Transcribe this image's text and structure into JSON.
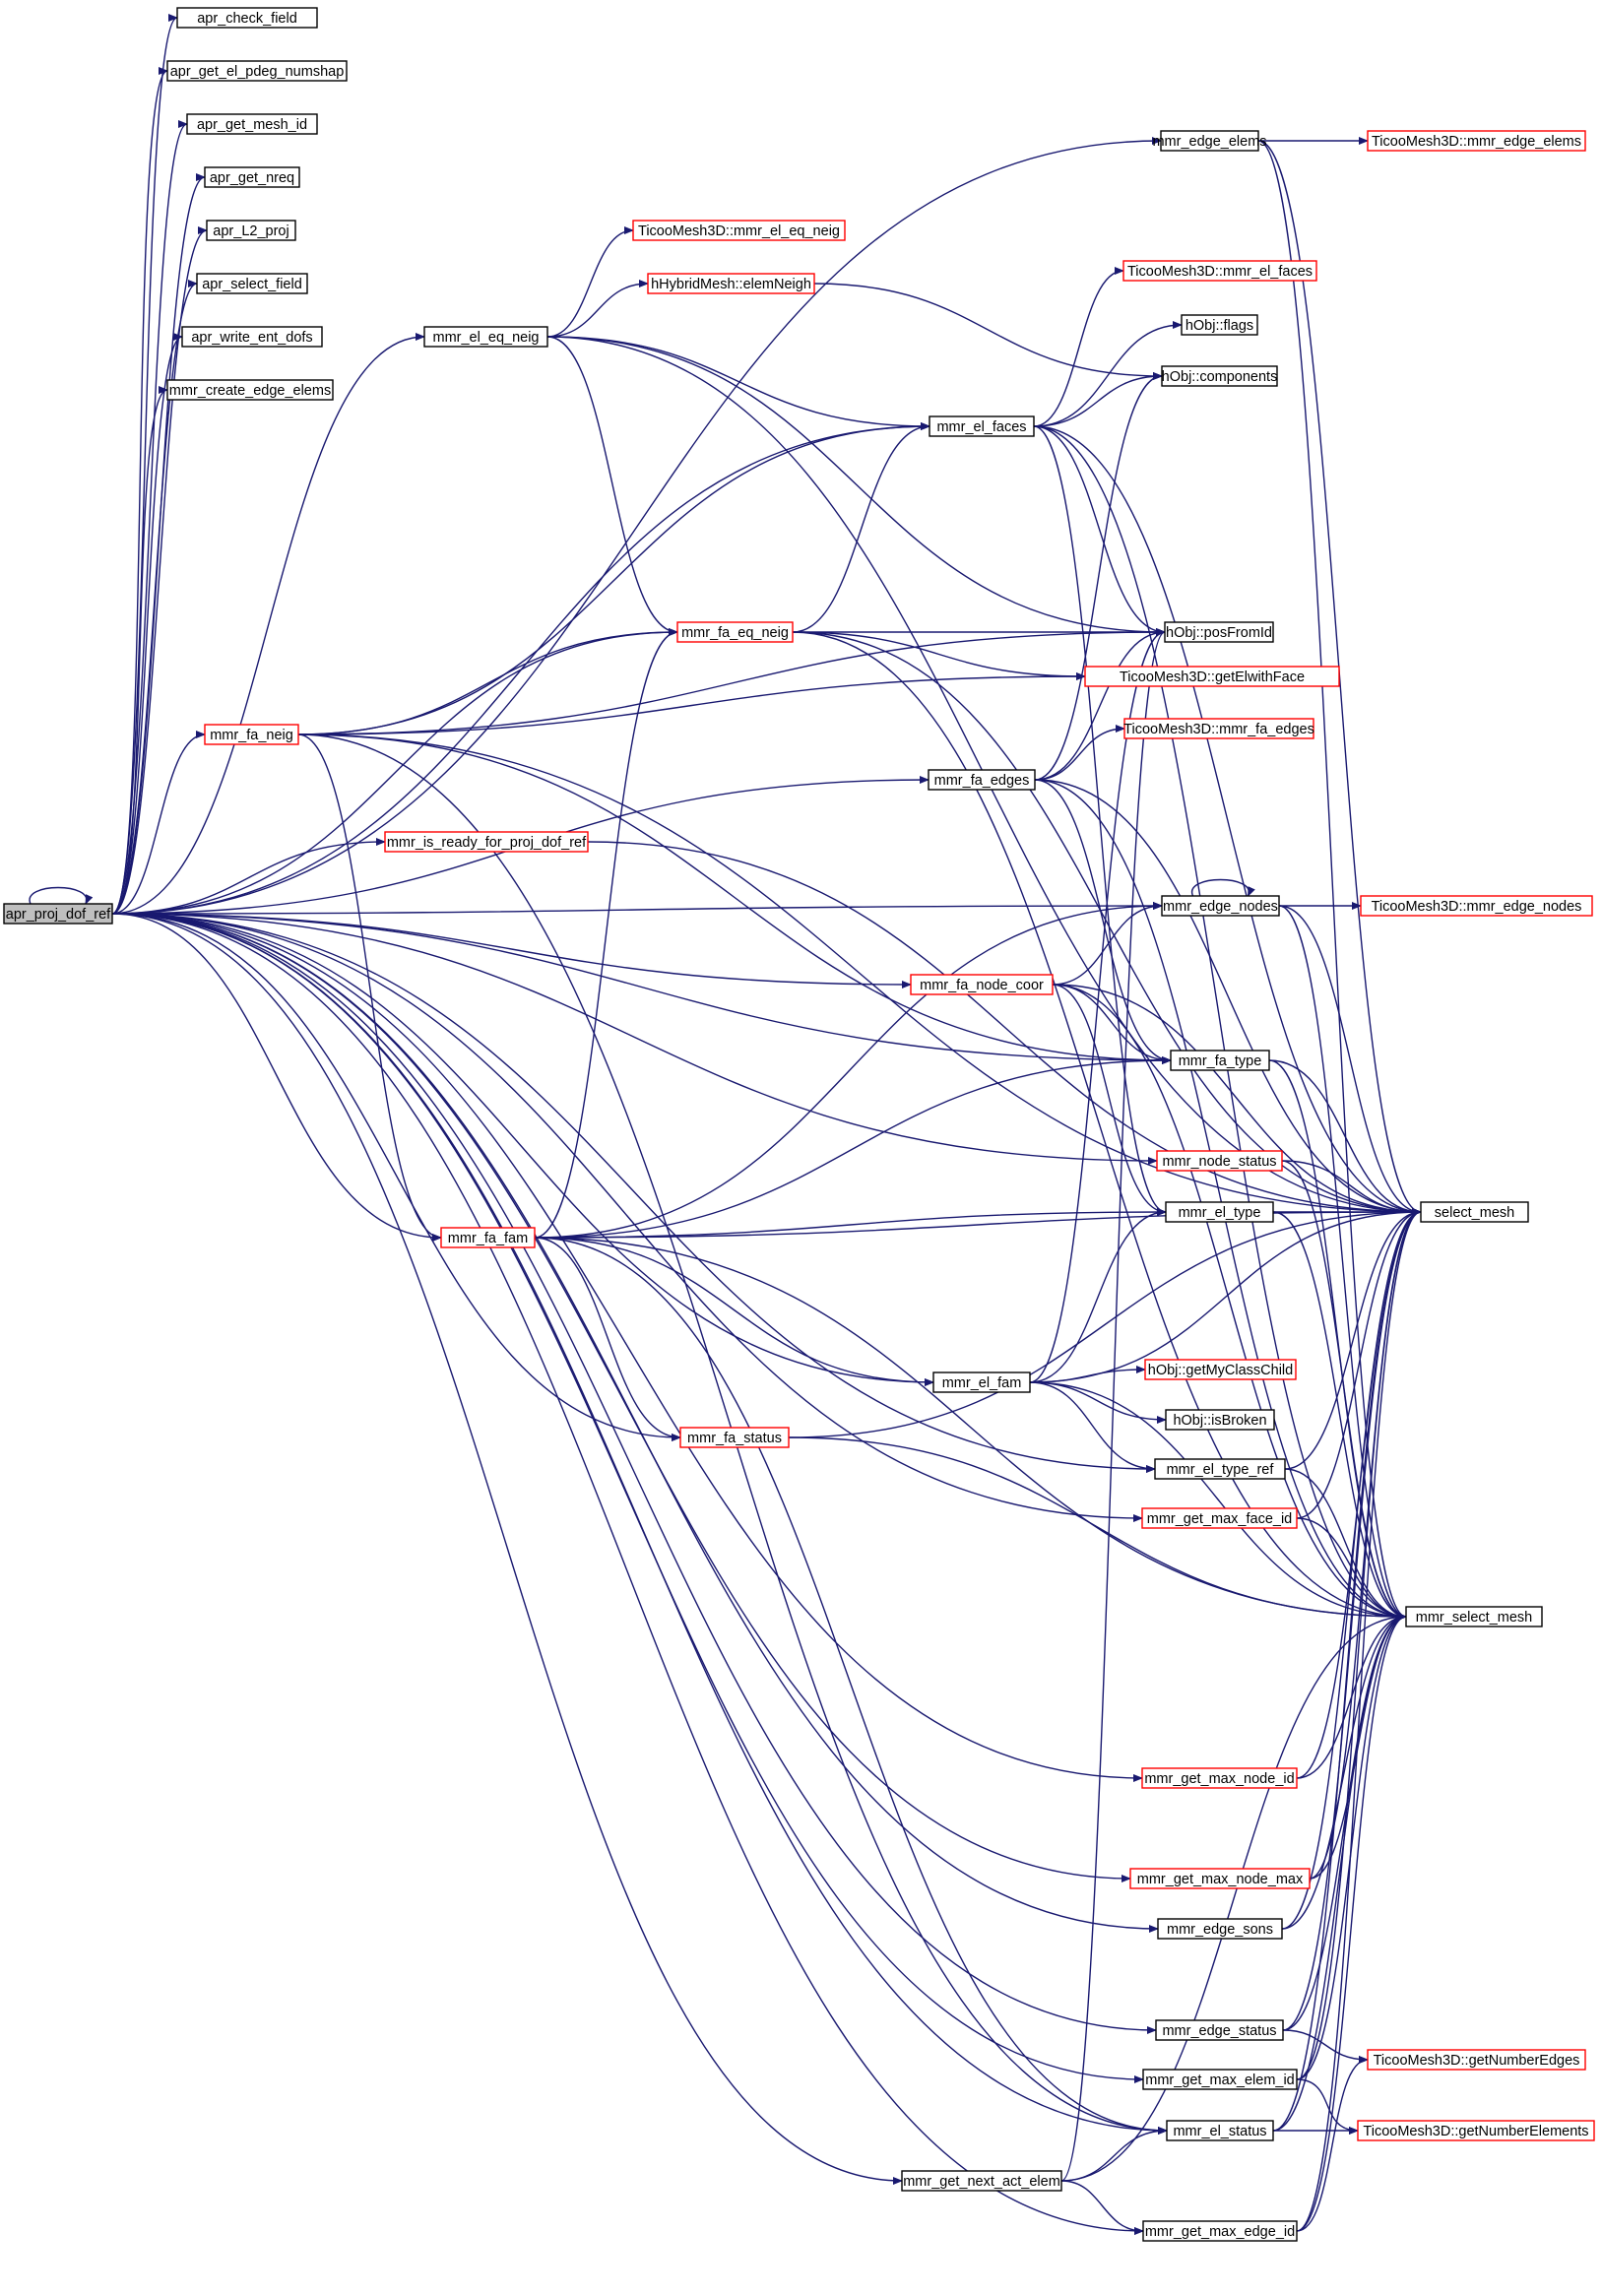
{
  "colors": {
    "edge": "#191970",
    "node_border": "#000000",
    "node_border_truncated": "#ff0000",
    "root_fill": "#bfbfbf",
    "background": "#ffffff"
  },
  "nodes": [
    {
      "id": "n0",
      "label": "apr_proj_dof_ref",
      "style": "root"
    },
    {
      "id": "n1",
      "label": "apr_check_field",
      "style": "black"
    },
    {
      "id": "n2",
      "label": "apr_get_el_pdeg_numshap",
      "style": "black"
    },
    {
      "id": "n3",
      "label": "apr_get_mesh_id",
      "style": "black"
    },
    {
      "id": "n4",
      "label": "apr_get_nreq",
      "style": "black"
    },
    {
      "id": "n5",
      "label": "apr_L2_proj",
      "style": "black"
    },
    {
      "id": "n6",
      "label": "apr_select_field",
      "style": "black"
    },
    {
      "id": "n7",
      "label": "apr_write_ent_dofs",
      "style": "black"
    },
    {
      "id": "n8",
      "label": "mmr_create_edge_elems",
      "style": "black"
    },
    {
      "id": "n9",
      "label": "mmr_el_eq_neig",
      "style": "black"
    },
    {
      "id": "n10",
      "label": "mmr_fa_neig",
      "style": "red"
    },
    {
      "id": "n11",
      "label": "mmr_is_ready_for_proj_dof_ref",
      "style": "red"
    },
    {
      "id": "n12",
      "label": "mmr_fa_fam",
      "style": "red"
    },
    {
      "id": "n13",
      "label": "TicooMesh3D::mmr_el_eq_neig",
      "style": "red"
    },
    {
      "id": "n14",
      "label": "hHybridMesh::elemNeigh",
      "style": "red"
    },
    {
      "id": "n15",
      "label": "mmr_fa_eq_neig",
      "style": "red"
    },
    {
      "id": "n16",
      "label": "mmr_fa_status",
      "style": "red"
    },
    {
      "id": "n17",
      "label": "mmr_el_faces",
      "style": "black"
    },
    {
      "id": "n18",
      "label": "mmr_fa_edges",
      "style": "black"
    },
    {
      "id": "n19",
      "label": "mmr_fa_node_coor",
      "style": "red"
    },
    {
      "id": "n20",
      "label": "mmr_el_fam",
      "style": "black"
    },
    {
      "id": "n21",
      "label": "mmr_get_next_act_elem",
      "style": "black"
    },
    {
      "id": "n22",
      "label": "mmr_edge_elems",
      "style": "black"
    },
    {
      "id": "n23",
      "label": "TicooMesh3D::mmr_el_faces",
      "style": "red"
    },
    {
      "id": "n24",
      "label": "hObj::flags",
      "style": "black"
    },
    {
      "id": "n25",
      "label": "hObj::components",
      "style": "black"
    },
    {
      "id": "n26",
      "label": "hObj::posFromId",
      "style": "black"
    },
    {
      "id": "n27",
      "label": "TicooMesh3D::getElwithFace",
      "style": "red"
    },
    {
      "id": "n28",
      "label": "TicooMesh3D::mmr_fa_edges",
      "style": "red"
    },
    {
      "id": "n29",
      "label": "mmr_edge_nodes",
      "style": "black"
    },
    {
      "id": "n30",
      "label": "mmr_fa_type",
      "style": "black"
    },
    {
      "id": "n31",
      "label": "mmr_node_status",
      "style": "red"
    },
    {
      "id": "n32",
      "label": "mmr_el_type",
      "style": "black"
    },
    {
      "id": "n33",
      "label": "hObj::getMyClassChild",
      "style": "red"
    },
    {
      "id": "n34",
      "label": "hObj::isBroken",
      "style": "black"
    },
    {
      "id": "n35",
      "label": "mmr_el_type_ref",
      "style": "black"
    },
    {
      "id": "n36",
      "label": "mmr_get_max_face_id",
      "style": "red"
    },
    {
      "id": "n37",
      "label": "mmr_get_max_node_id",
      "style": "red"
    },
    {
      "id": "n38",
      "label": "mmr_get_max_node_max",
      "style": "red"
    },
    {
      "id": "n39",
      "label": "mmr_edge_sons",
      "style": "black"
    },
    {
      "id": "n40",
      "label": "mmr_edge_status",
      "style": "black"
    },
    {
      "id": "n41",
      "label": "mmr_get_max_elem_id",
      "style": "black"
    },
    {
      "id": "n42",
      "label": "mmr_el_status",
      "style": "black"
    },
    {
      "id": "n43",
      "label": "mmr_get_max_edge_id",
      "style": "black"
    },
    {
      "id": "n44",
      "label": "TicooMesh3D::mmr_edge_elems",
      "style": "red"
    },
    {
      "id": "n45",
      "label": "TicooMesh3D::mmr_edge_nodes",
      "style": "red"
    },
    {
      "id": "n46",
      "label": "select_mesh",
      "style": "black"
    },
    {
      "id": "n47",
      "label": "mmr_select_mesh",
      "style": "black"
    },
    {
      "id": "n48",
      "label": "TicooMesh3D::getNumberEdges",
      "style": "red"
    },
    {
      "id": "n49",
      "label": "TicooMesh3D::getNumberElements",
      "style": "red"
    }
  ],
  "edges": [
    [
      "n0",
      "n0"
    ],
    [
      "n0",
      "n1"
    ],
    [
      "n0",
      "n2"
    ],
    [
      "n0",
      "n3"
    ],
    [
      "n0",
      "n4"
    ],
    [
      "n0",
      "n5"
    ],
    [
      "n0",
      "n6"
    ],
    [
      "n0",
      "n7"
    ],
    [
      "n0",
      "n8"
    ],
    [
      "n0",
      "n22"
    ],
    [
      "n0",
      "n9"
    ],
    [
      "n0",
      "n17"
    ],
    [
      "n0",
      "n15"
    ],
    [
      "n0",
      "n10"
    ],
    [
      "n0",
      "n18"
    ],
    [
      "n0",
      "n11"
    ],
    [
      "n0",
      "n29"
    ],
    [
      "n0",
      "n19"
    ],
    [
      "n0",
      "n30"
    ],
    [
      "n0",
      "n31"
    ],
    [
      "n0",
      "n12"
    ],
    [
      "n0",
      "n16"
    ],
    [
      "n0",
      "n20"
    ],
    [
      "n0",
      "n35"
    ],
    [
      "n0",
      "n36"
    ],
    [
      "n0",
      "n37"
    ],
    [
      "n0",
      "n38"
    ],
    [
      "n0",
      "n39"
    ],
    [
      "n0",
      "n40"
    ],
    [
      "n0",
      "n41"
    ],
    [
      "n0",
      "n42"
    ],
    [
      "n0",
      "n21"
    ],
    [
      "n0",
      "n43"
    ],
    [
      "n9",
      "n13"
    ],
    [
      "n9",
      "n14"
    ],
    [
      "n9",
      "n17"
    ],
    [
      "n9",
      "n15"
    ],
    [
      "n9",
      "n26"
    ],
    [
      "n9",
      "n46"
    ],
    [
      "n14",
      "n25"
    ],
    [
      "n10",
      "n17"
    ],
    [
      "n10",
      "n15"
    ],
    [
      "n10",
      "n27"
    ],
    [
      "n10",
      "n26"
    ],
    [
      "n10",
      "n30"
    ],
    [
      "n10",
      "n12"
    ],
    [
      "n10",
      "n42"
    ],
    [
      "n10",
      "n46"
    ],
    [
      "n15",
      "n17"
    ],
    [
      "n15",
      "n27"
    ],
    [
      "n15",
      "n26"
    ],
    [
      "n15",
      "n46"
    ],
    [
      "n15",
      "n47"
    ],
    [
      "n17",
      "n23"
    ],
    [
      "n17",
      "n24"
    ],
    [
      "n17",
      "n25"
    ],
    [
      "n17",
      "n26"
    ],
    [
      "n17",
      "n32"
    ],
    [
      "n17",
      "n46"
    ],
    [
      "n17",
      "n47"
    ],
    [
      "n18",
      "n28"
    ],
    [
      "n18",
      "n26"
    ],
    [
      "n18",
      "n25"
    ],
    [
      "n18",
      "n30"
    ],
    [
      "n18",
      "n46"
    ],
    [
      "n18",
      "n47"
    ],
    [
      "n11",
      "n46"
    ],
    [
      "n12",
      "n15"
    ],
    [
      "n12",
      "n29"
    ],
    [
      "n12",
      "n30"
    ],
    [
      "n12",
      "n32"
    ],
    [
      "n12",
      "n46"
    ],
    [
      "n12",
      "n16"
    ],
    [
      "n12",
      "n20"
    ],
    [
      "n12",
      "n42"
    ],
    [
      "n12",
      "n47"
    ],
    [
      "n16",
      "n46"
    ],
    [
      "n16",
      "n47"
    ],
    [
      "n19",
      "n29"
    ],
    [
      "n19",
      "n30"
    ],
    [
      "n19",
      "n32"
    ],
    [
      "n19",
      "n46"
    ],
    [
      "n19",
      "n47"
    ],
    [
      "n20",
      "n26"
    ],
    [
      "n20",
      "n32"
    ],
    [
      "n20",
      "n33"
    ],
    [
      "n20",
      "n34"
    ],
    [
      "n20",
      "n35"
    ],
    [
      "n20",
      "n46"
    ],
    [
      "n20",
      "n47"
    ],
    [
      "n21",
      "n42"
    ],
    [
      "n21",
      "n26"
    ],
    [
      "n21",
      "n43"
    ],
    [
      "n21",
      "n47"
    ],
    [
      "n22",
      "n44"
    ],
    [
      "n22",
      "n46"
    ],
    [
      "n22",
      "n47"
    ],
    [
      "n29",
      "n29"
    ],
    [
      "n29",
      "n45"
    ],
    [
      "n29",
      "n46"
    ],
    [
      "n29",
      "n47"
    ],
    [
      "n30",
      "n46"
    ],
    [
      "n30",
      "n47"
    ],
    [
      "n31",
      "n46"
    ],
    [
      "n31",
      "n47"
    ],
    [
      "n32",
      "n46"
    ],
    [
      "n32",
      "n47"
    ],
    [
      "n35",
      "n46"
    ],
    [
      "n35",
      "n47"
    ],
    [
      "n36",
      "n46"
    ],
    [
      "n36",
      "n47"
    ],
    [
      "n37",
      "n46"
    ],
    [
      "n37",
      "n47"
    ],
    [
      "n38",
      "n46"
    ],
    [
      "n38",
      "n47"
    ],
    [
      "n39",
      "n46"
    ],
    [
      "n39",
      "n47"
    ],
    [
      "n40",
      "n48"
    ],
    [
      "n40",
      "n46"
    ],
    [
      "n40",
      "n47"
    ],
    [
      "n41",
      "n49"
    ],
    [
      "n41",
      "n46"
    ],
    [
      "n41",
      "n47"
    ],
    [
      "n42",
      "n49"
    ],
    [
      "n42",
      "n46"
    ],
    [
      "n42",
      "n47"
    ],
    [
      "n43",
      "n48"
    ],
    [
      "n43",
      "n46"
    ],
    [
      "n43",
      "n47"
    ]
  ]
}
